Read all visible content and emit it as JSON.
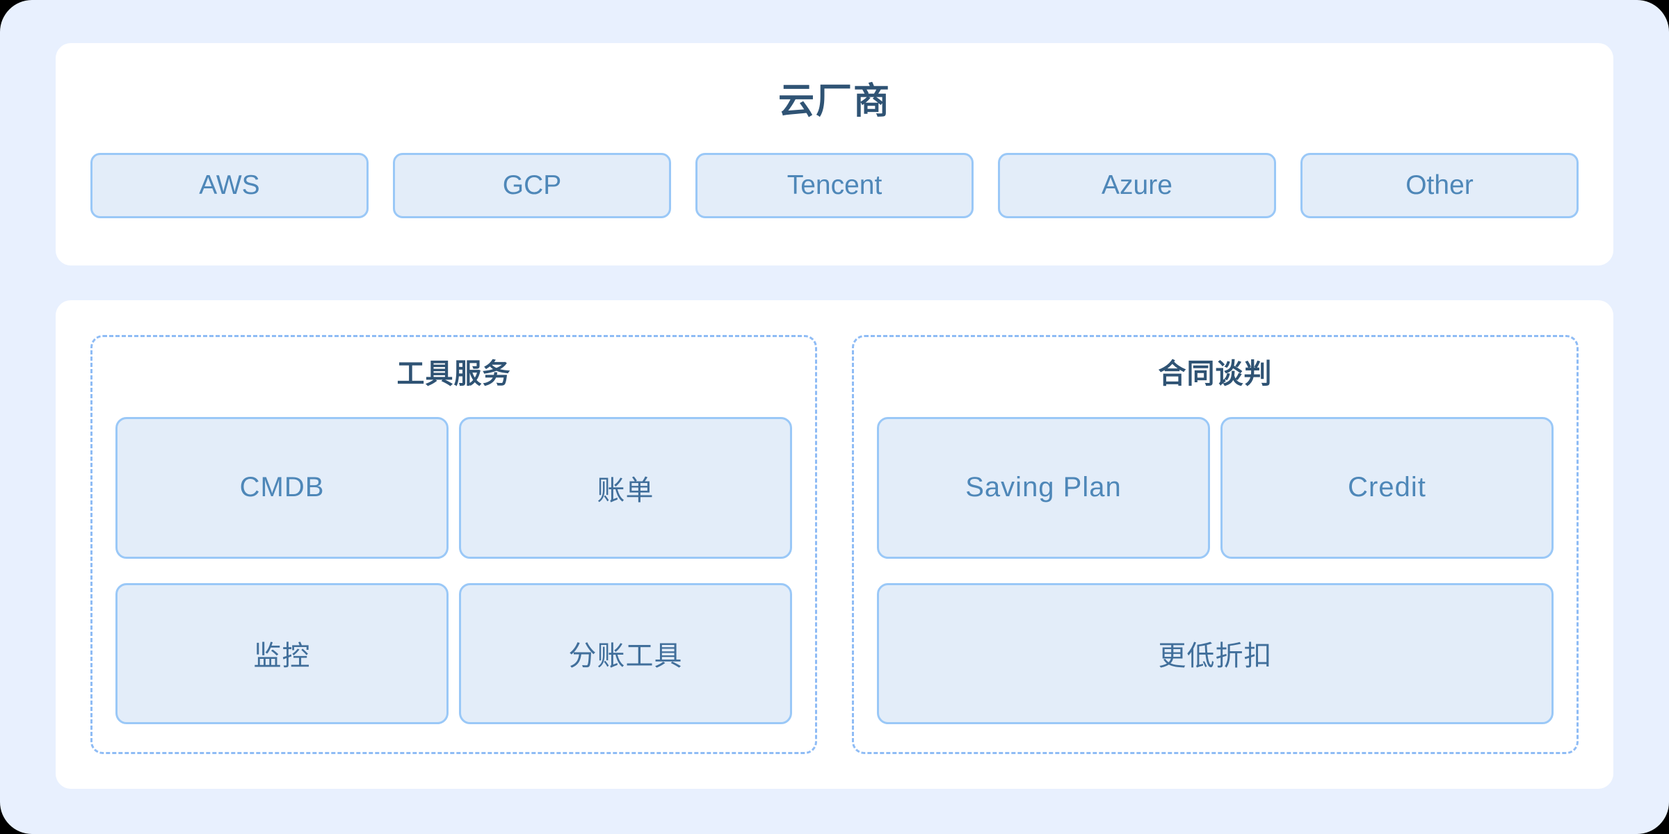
{
  "theme": {
    "page_background": "#e8f0fe",
    "card_background": "#ffffff",
    "tile_background": "#e3edf9",
    "tile_border": "#9ac8f7",
    "dashed_border": "#8fbcf5",
    "title_color": "#2f5374",
    "label_color": "#4e87b8"
  },
  "vendor_section": {
    "title": "云厂商",
    "chips": [
      {
        "label": "AWS"
      },
      {
        "label": "GCP"
      },
      {
        "label": "Tencent"
      },
      {
        "label": "Azure"
      },
      {
        "label": "Other"
      }
    ]
  },
  "groups": [
    {
      "title": "工具服务",
      "rows": [
        [
          {
            "label": "CMDB",
            "wide": false
          },
          {
            "label": "账单",
            "wide": false
          }
        ],
        [
          {
            "label": "监控",
            "wide": false
          },
          {
            "label": "分账工具",
            "wide": false
          }
        ]
      ]
    },
    {
      "title": "合同谈判",
      "rows": [
        [
          {
            "label": "Saving Plan",
            "wide": false
          },
          {
            "label": "Credit",
            "wide": false
          }
        ],
        [
          {
            "label": "更低折扣",
            "wide": true
          }
        ]
      ]
    }
  ]
}
